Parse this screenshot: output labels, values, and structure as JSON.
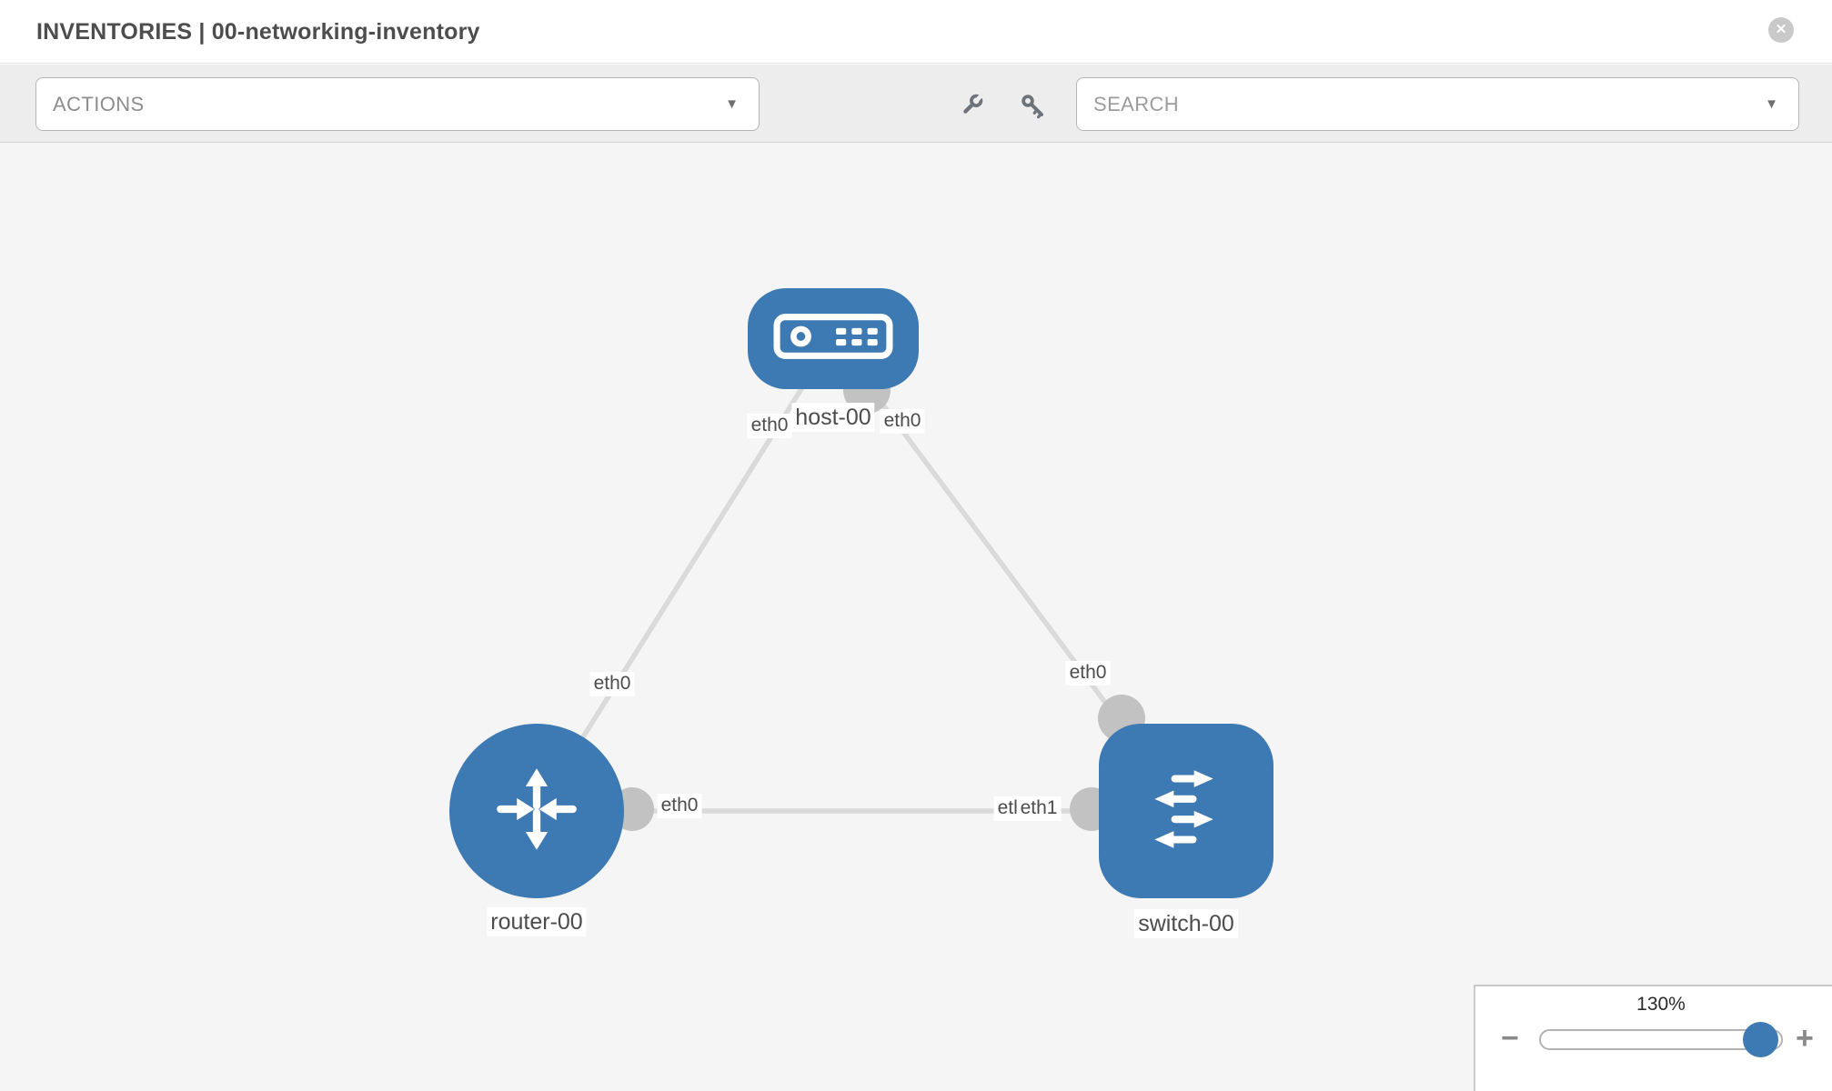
{
  "header": {
    "title": "INVENTORIES | 00-networking-inventory",
    "close_icon": "✕"
  },
  "toolbar": {
    "actions": {
      "label": "ACTIONS",
      "caret": "▼"
    },
    "search": {
      "placeholder": "SEARCH",
      "caret": "▼"
    },
    "tool_icons": [
      "wrench-icon",
      "key-icon"
    ]
  },
  "canvas": {
    "nodes": [
      {
        "label": "host-00",
        "type": "host"
      },
      {
        "label": "router-00",
        "type": "router"
      },
      {
        "label": "switch-00",
        "type": "switch"
      }
    ],
    "interfaces": [
      {
        "label": "eth0",
        "location": "host-left"
      },
      {
        "label": "eth0",
        "location": "host-right"
      },
      {
        "label": "eth0",
        "location": "link-host-router"
      },
      {
        "label": "eth0",
        "location": "link-host-switch"
      },
      {
        "label": "eth0",
        "location": "router-right"
      },
      {
        "label": "eth0",
        "location": "switch-left-under"
      },
      {
        "label": "eth1",
        "location": "switch-left-over"
      }
    ],
    "links": [
      {
        "from": "host-00",
        "to": "router-00"
      },
      {
        "from": "host-00",
        "to": "switch-00"
      },
      {
        "from": "router-00",
        "to": "switch-00"
      }
    ]
  },
  "zoom_control": {
    "level": "130%",
    "decrease": "−",
    "increase": "+"
  },
  "colors": {
    "node_blue": "#3d79b2",
    "link_gray": "#dadada",
    "connector_gray": "#c2c2c2",
    "canvas_bg": "#f5f5f5",
    "toolbar_bg": "#ededed",
    "label_text": "#4c4c4c"
  }
}
